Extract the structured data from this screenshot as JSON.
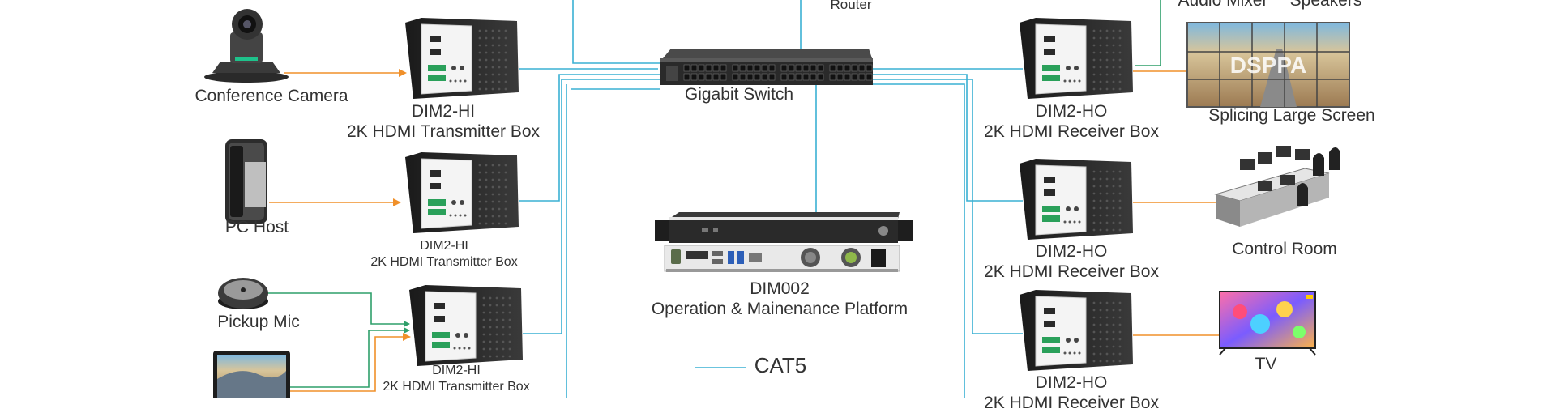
{
  "colors": {
    "cat5": "#3ab0d4",
    "hdmi": "#f0902a",
    "audio": "#2e9f6a",
    "text": "#333333"
  },
  "labels": {
    "router": "Router",
    "audio_mixer": "Audio Mixer",
    "speakers": "Speakers",
    "conference_camera": "Conference Camera",
    "pc_host": "PC Host",
    "pickup_mic": "Pickup Mic",
    "gigabit_switch": "Gigabit Switch",
    "splicing_screen": "Splicing Large Screen",
    "control_room": "Control Room",
    "tv": "TV",
    "platform_model": "DIM002",
    "platform_name": "Operation & Mainenance Platform",
    "legend_cat5": "CAT5"
  },
  "transmitters": [
    {
      "model": "DIM2-HI",
      "name": "2K HDMI Transmitter Box"
    },
    {
      "model": "DIM2-HI",
      "name": "2K HDMI Transmitter Box"
    },
    {
      "model": "DIM2-HI",
      "name": "2K HDMI Transmitter Box"
    }
  ],
  "receivers": [
    {
      "model": "DIM2-HO",
      "name": "2K HDMI Receiver Box"
    },
    {
      "model": "DIM2-HO",
      "name": "2K HDMI Receiver Box"
    },
    {
      "model": "DIM2-HO",
      "name": "2K HDMI Receiver Box"
    }
  ],
  "screen_logo": "DSPPA"
}
